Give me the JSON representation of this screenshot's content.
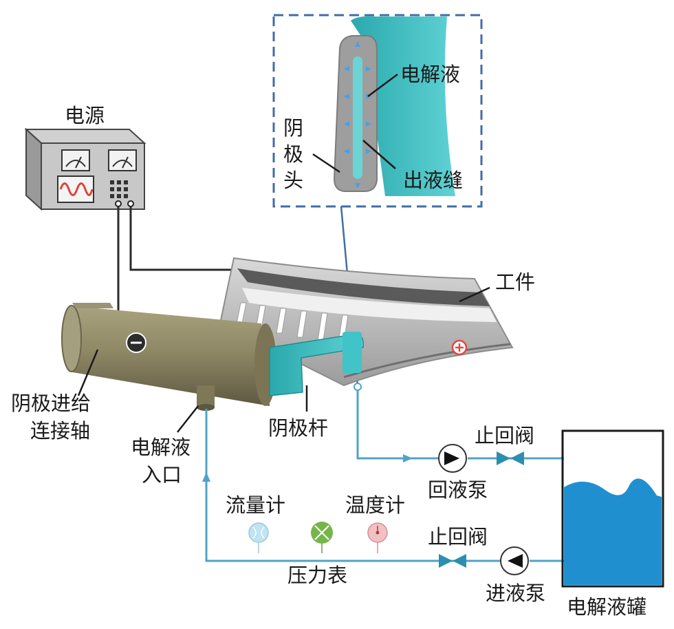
{
  "labels": {
    "power_supply": "电源",
    "electrolyte_callout": "电解液",
    "cathode_head": [
      "阴",
      "极",
      "头"
    ],
    "outlet_slit": "出液缝",
    "workpiece": "工件",
    "feed_shaft_line1": "阴极进给",
    "feed_shaft_line2": "连接轴",
    "electrolyte_inlet_line1": "电解液",
    "electrolyte_inlet_line2": "入口",
    "cathode_rod": "阴极杆",
    "check_valve_top": "止回阀",
    "return_pump": "回液泵",
    "flow_meter": "流量计",
    "thermometer": "温度计",
    "check_valve_bottom": "止回阀",
    "pressure_gauge": "压力表",
    "feed_pump": "进液泵",
    "electrolyte_tank": "电解液罐"
  },
  "polarity": {
    "cathode": "−",
    "anode": "+"
  },
  "colors": {
    "pipe": "#4fa3c7",
    "teal": "#3cc0c4",
    "tank_water": "#1f8fcf",
    "gauge_flow": "#bfe4f2",
    "gauge_temp": "#76b54a",
    "gauge_pressure": "#e8a7ab",
    "cathode_body": "#8e8767",
    "anode_mark": "#e2483f"
  },
  "icons": [
    "power-supply-icon",
    "meter-left-icon",
    "meter-right-icon",
    "waveform-icon",
    "check-valve-icon",
    "pump-icon",
    "gauge-icon",
    "minus-icon",
    "plus-icon"
  ]
}
